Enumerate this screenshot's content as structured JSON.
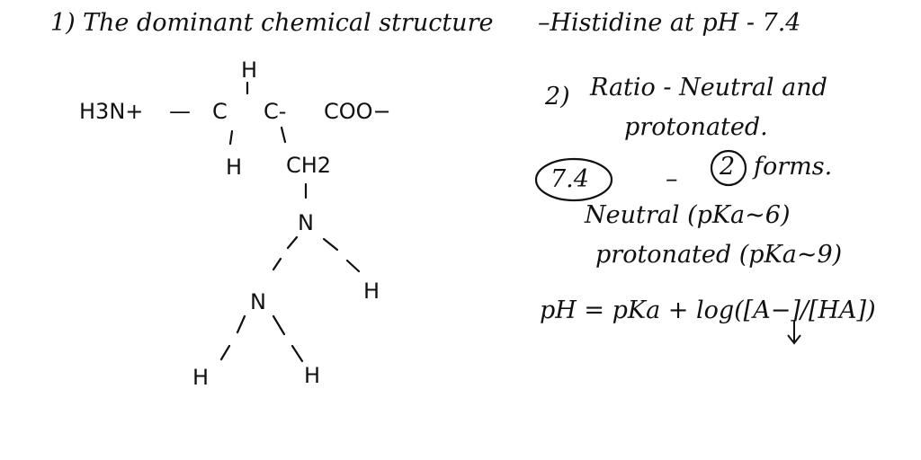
{
  "question1": {
    "number": "1)",
    "title": "The dominant chemical structure",
    "subject": "–Histidine at pH - 7.4"
  },
  "structure": {
    "top_h": "H",
    "amine": "H3N+",
    "dash": "—",
    "c_alpha": "C",
    "c_second": "C-",
    "carboxylate": "COO−",
    "bottom_h": "H",
    "ch2": "CH2",
    "n_top": "N",
    "n_top_h": "H",
    "n_mid": "N",
    "h_left": "H",
    "h_right": "H"
  },
  "question2": {
    "number": "2)",
    "heading": "Ratio - Neutral and",
    "heading_cont": "protonated.",
    "ph_value": "7.4",
    "dash": "–",
    "forms_count": "2",
    "forms_word": "forms.",
    "neutral_line": "Neutral (pKa~6)",
    "protonated_line": "protonated (pKa~9)",
    "equation": "pH = pKa + log([A−]/[HA])"
  }
}
